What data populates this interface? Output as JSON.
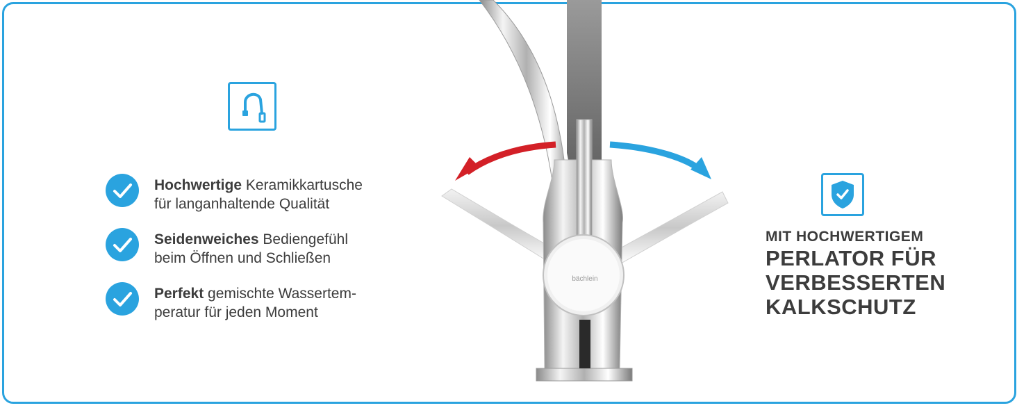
{
  "features": [
    {
      "bold": "Hochwertige",
      "rest_line1": " Keramikkartusche",
      "line2": "für langanhaltende Qualität"
    },
    {
      "bold": "Seidenweiches",
      "rest_line1": " Bediengefühl",
      "line2": "beim Öffnen und Schließen"
    },
    {
      "bold": "Perfekt",
      "rest_line1": " gemischte Wassertem-",
      "line2": "peratur für jeden Moment"
    }
  ],
  "brand_label": "bächlein",
  "claim": {
    "line1": "MIT HOCHWERTIGEM",
    "line2": "PERLATOR FÜR",
    "line3": "VERBESSERTEN",
    "line4": "KALKSCHUTZ"
  },
  "colors": {
    "accent": "#2aa3df",
    "hot": "#d32027",
    "text": "#3c3c3c"
  },
  "icons": [
    "pull-out-faucet-icon",
    "checkmark-icon",
    "shield-check-icon"
  ]
}
